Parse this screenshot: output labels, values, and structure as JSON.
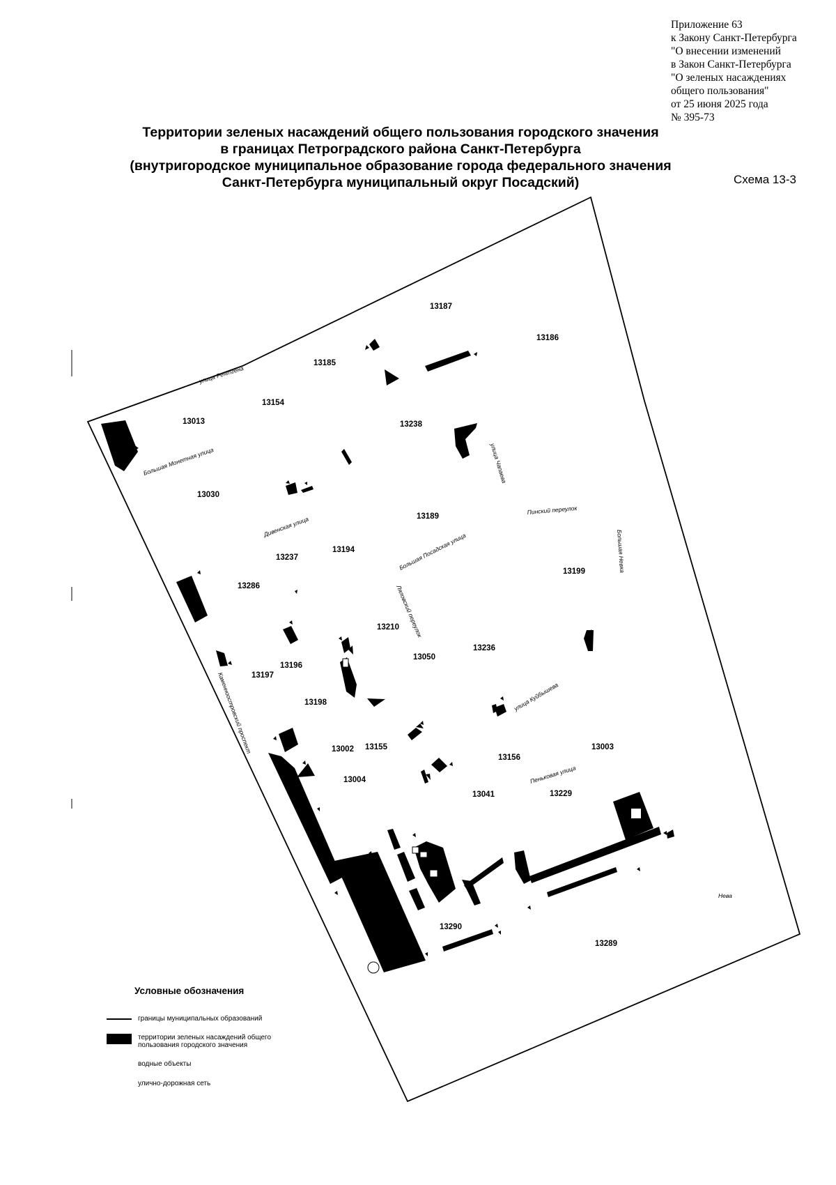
{
  "appendix": {
    "lines": [
      "Приложение 63",
      "к Закону Санкт-Петербурга",
      "\"О внесении изменений",
      "в Закон Санкт-Петербурга",
      "\"О зеленых насаждениях",
      "общего пользования\"",
      "от 25 июня 2025 года",
      "№ 395-73"
    ]
  },
  "title": {
    "lines": [
      "Территории зеленых насаждений общего пользования городского значения",
      "в границах Петроградского района Санкт-Петербурга",
      "(внутригородское муниципальное образование города федерального значения",
      "Санкт-Петербурга муниципальный округ Посадский)"
    ]
  },
  "scheme_label": "Схема 13-3",
  "zones": [
    "13187",
    "13186",
    "13185",
    "13154",
    "13013",
    "13238",
    "13030",
    "13189",
    "13194",
    "13237",
    "13199",
    "13286",
    "13210",
    "13236",
    "13050",
    "13196",
    "13197",
    "13198",
    "13002",
    "13155",
    "13156",
    "13003",
    "13004",
    "13041",
    "13229",
    "13290",
    "13289"
  ],
  "streets": [
    "улица Рентгена",
    "Большая Монетная улица",
    "улица Чапаева",
    "Дивенская улица",
    "Пинский переулок",
    "Большая Посадская улица",
    "Большая Невка",
    "Ляловский переулок",
    "Каменноостровский проспект",
    "улица Куйбышева",
    "Пеньковая улица",
    "Нева"
  ],
  "legend": {
    "title": "Условные обозначения",
    "items": [
      {
        "label": "границы муниципальных образований",
        "symbol": "line"
      },
      {
        "label": "территории зеленых насаждений общего пользования городского значения",
        "symbol": "fill"
      },
      {
        "label": "водные объекты",
        "symbol": "none"
      },
      {
        "label": "улично-дорожная сеть",
        "symbol": "none"
      }
    ]
  },
  "colors": {
    "greenery": "#000000",
    "boundary": "#000000",
    "background": "#ffffff"
  }
}
